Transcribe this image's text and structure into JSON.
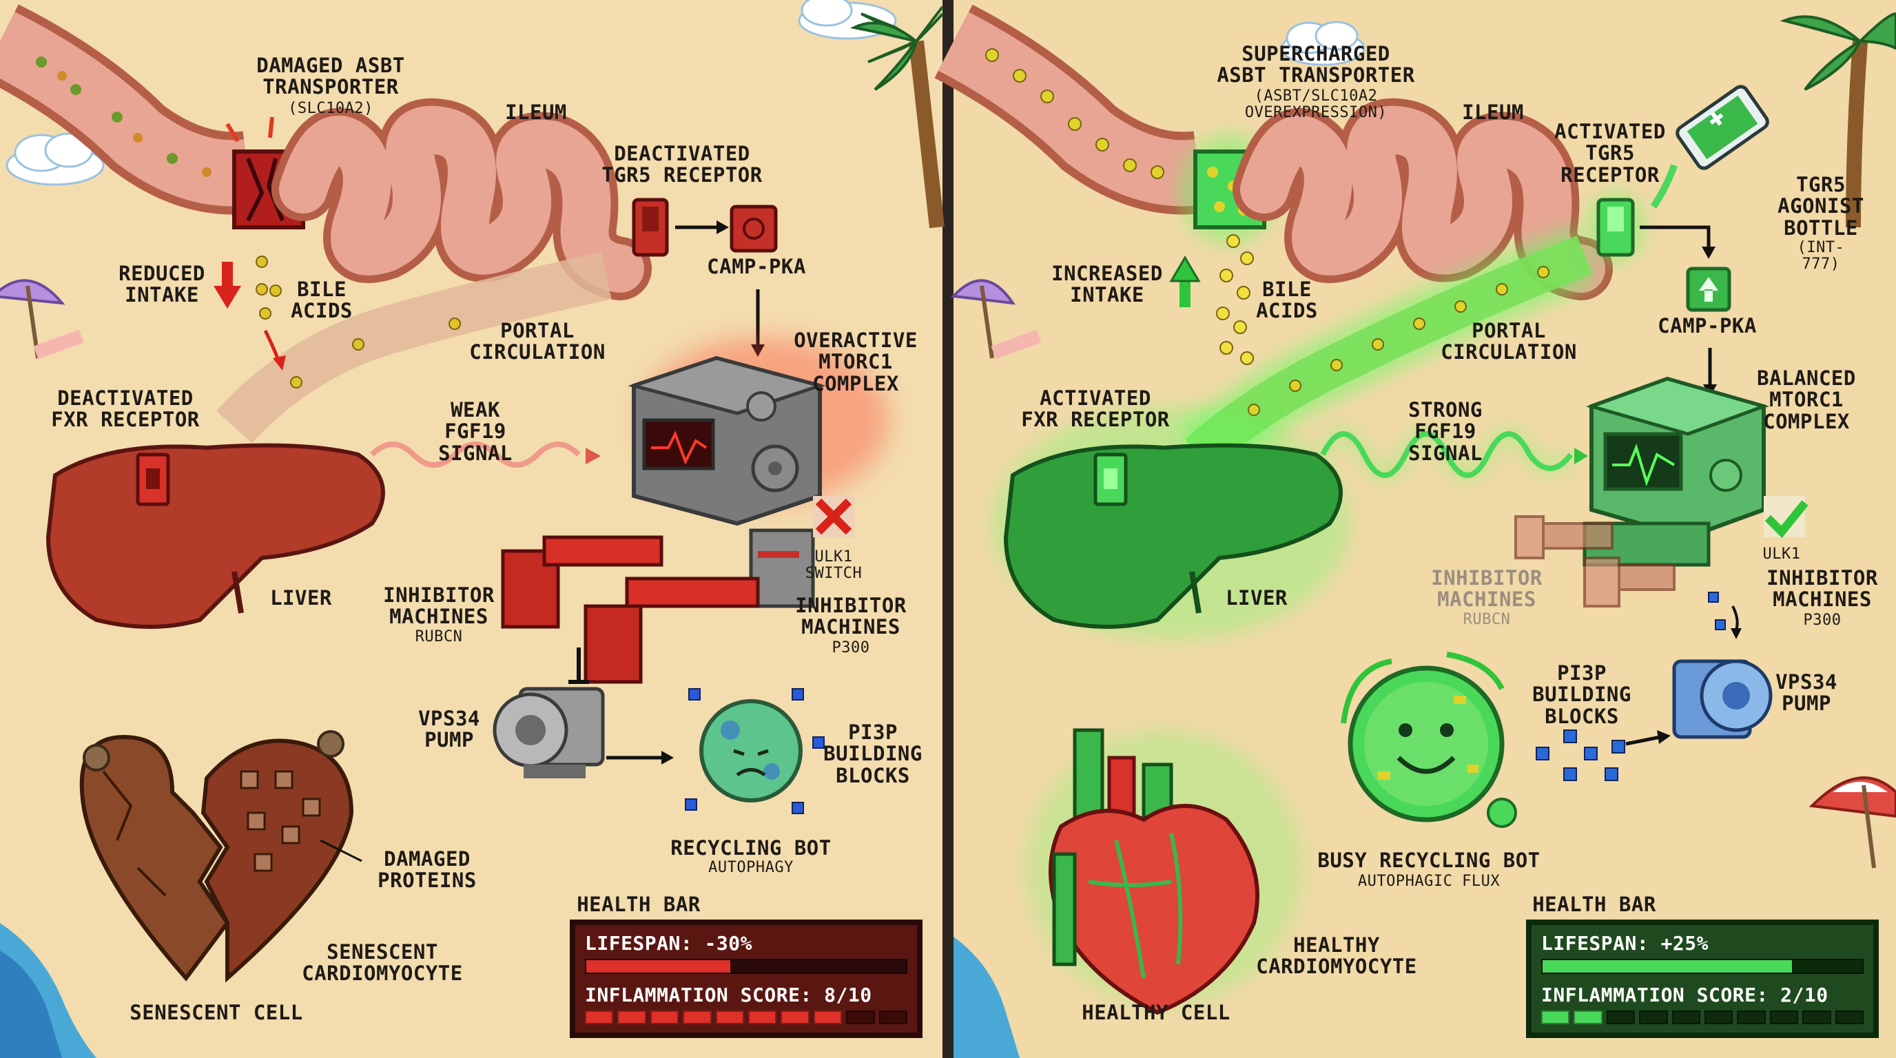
{
  "left": {
    "transporter": "DAMAGED ASBT\nTRANSPORTER",
    "transporter_sub": "(SLC10A2)",
    "ileum": "ILEUM",
    "tgr5": "DEACTIVATED\nTGR5 RECEPTOR",
    "camp": "cAMP-PKA",
    "intake": "REDUCED\nINTAKE",
    "bile": "BILE\nACIDS",
    "portal": "PORTAL\nCIRCULATION",
    "mtorc": "OVERACTIVE\nmTORC1\nCOMPLEX",
    "fxr": "DEACTIVATED\nFXR RECEPTOR",
    "fgf": "WEAK\nFGF19\nSIGNAL",
    "liver": "LIVER",
    "ulk": "ULK1\nSWITCH",
    "inhib1": "INHIBITOR\nMACHINES",
    "inhib1_sub": "RUBCN",
    "inhib2": "INHIBITOR\nMACHINES",
    "inhib2_sub": "p300",
    "vps": "VPS34\nPUMP",
    "pi3p": "PI3P\nBUILDING\nBLOCKS",
    "bot": "RECYCLING BOT",
    "bot_sub": "AUTOPHAGY",
    "damaged": "DAMAGED\nPROTEINS",
    "cardio": "SENESCENT\nCARDIOMYOCYTE",
    "cell": "SENESCENT CELL",
    "health_title": "HEALTH BAR",
    "lifespan": "LIFESPAN: -30%",
    "inflammation": "INFLAMMATION SCORE: 8/10"
  },
  "right": {
    "transporter": "SUPERCHARGED\nASBT TRANSPORTER",
    "transporter_sub": "(ASBT/SLC10A2\nOVEREXPRESSION)",
    "ileum": "ILEUM",
    "tgr5": "ACTIVATED\nTGR5\nRECEPTOR",
    "bottle": "TGR5\nAGONIST\nBOTTLE",
    "bottle_sub": "(INT-777)",
    "camp": "cAMP-PKA",
    "intake": "INCREASED\nINTAKE",
    "bile": "BILE\nACIDS",
    "portal": "PORTAL\nCIRCULATION",
    "mtorc": "BALANCED\nmTORC1\nCOMPLEX",
    "fxr": "ACTIVATED\nFXR RECEPTOR",
    "fgf": "STRONG\nFGF19\nSIGNAL",
    "liver": "LIVER",
    "ulk": "ULK1",
    "inhib1": "INHIBITOR\nMACHINES",
    "inhib1_sub": "RUBCN",
    "inhib2": "INHIBITOR\nMACHINES",
    "inhib2_sub": "p300",
    "vps": "VPS34\nPUMP",
    "pi3p": "PI3P\nBUILDING\nBLOCKS",
    "bot": "BUSY RECYCLING BOT",
    "bot_sub": "AUTOPHAGIC FLUX",
    "cardio": "HEALTHY\nCARDIOMYOCYTE",
    "cell": "HEALTHY CELL",
    "health_title": "HEALTH BAR",
    "lifespan": "LIFESPAN: +25%",
    "inflammation": "INFLAMMATION SCORE: 2/10"
  },
  "values": {
    "left_lifespan_fill": 0.45,
    "left_inflammation": 8,
    "right_lifespan_fill": 0.78,
    "right_inflammation": 2,
    "inflammation_max": 10
  },
  "colors": {
    "sand": "#f3dcae",
    "bad_red": "#c0221d",
    "good_green": "#3fbf48",
    "ileum_pink": "#e8a594",
    "liver_bad": "#b23b2a",
    "liver_good": "#2f9e3b",
    "panel_bad_bg": "#5a1712",
    "panel_good_bg": "#1f4a1f"
  },
  "icons": [
    "palm-tree-icon",
    "beach-umbrella-icon",
    "cloud-icon",
    "gear-icon",
    "red-x-icon",
    "green-check-icon",
    "up-arrow-icon",
    "down-arrow-icon",
    "heart-icon",
    "liver-icon",
    "pump-icon",
    "bottle-icon"
  ]
}
